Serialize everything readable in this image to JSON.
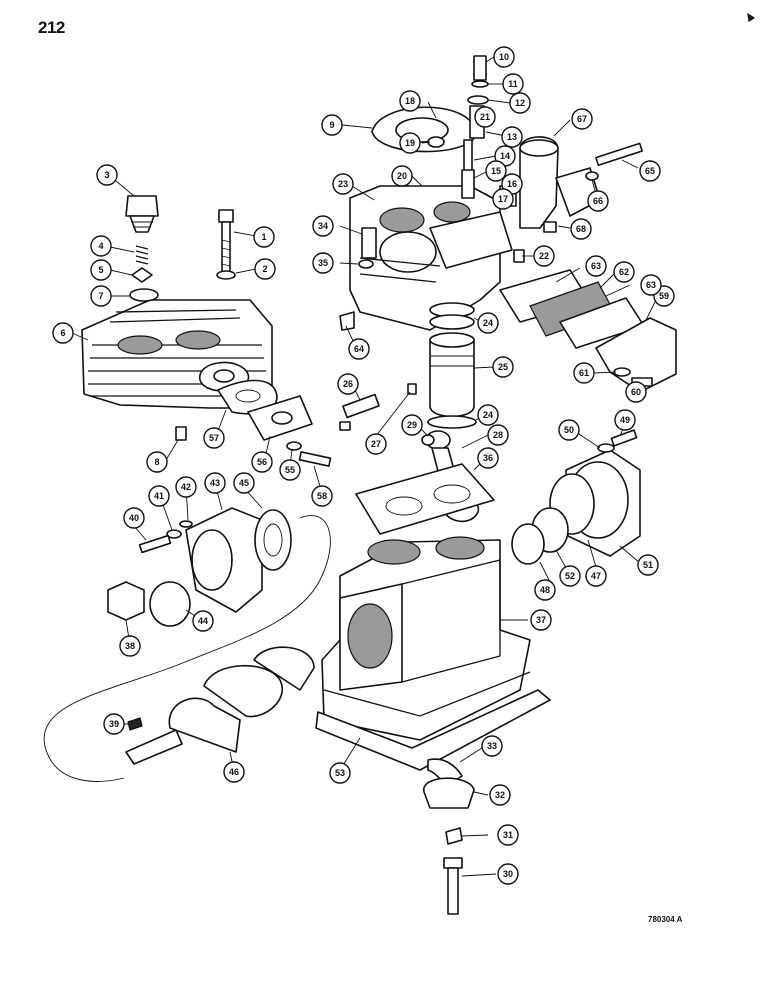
{
  "page": {
    "number": "212",
    "figure_code": "780304 A"
  },
  "callouts": [
    {
      "id": "1",
      "label": "1"
    },
    {
      "id": "2",
      "label": "2"
    },
    {
      "id": "3",
      "label": "3"
    },
    {
      "id": "4",
      "label": "4"
    },
    {
      "id": "5",
      "label": "5"
    },
    {
      "id": "6",
      "label": "6"
    },
    {
      "id": "7",
      "label": "7"
    },
    {
      "id": "8",
      "label": "8"
    },
    {
      "id": "9",
      "label": "9"
    },
    {
      "id": "10",
      "label": "10"
    },
    {
      "id": "11",
      "label": "11"
    },
    {
      "id": "12",
      "label": "12"
    },
    {
      "id": "13",
      "label": "13"
    },
    {
      "id": "14",
      "label": "14"
    },
    {
      "id": "15",
      "label": "15"
    },
    {
      "id": "16",
      "label": "16"
    },
    {
      "id": "17",
      "label": "17"
    },
    {
      "id": "18",
      "label": "18"
    },
    {
      "id": "19",
      "label": "19"
    },
    {
      "id": "20",
      "label": "20"
    },
    {
      "id": "21",
      "label": "21"
    },
    {
      "id": "22",
      "label": "22"
    },
    {
      "id": "23",
      "label": "23"
    },
    {
      "id": "24a",
      "label": "24"
    },
    {
      "id": "24b",
      "label": "24"
    },
    {
      "id": "25",
      "label": "25"
    },
    {
      "id": "26",
      "label": "26"
    },
    {
      "id": "27",
      "label": "27"
    },
    {
      "id": "28",
      "label": "28"
    },
    {
      "id": "29",
      "label": "29"
    },
    {
      "id": "30",
      "label": "30"
    },
    {
      "id": "31",
      "label": "31"
    },
    {
      "id": "32",
      "label": "32"
    },
    {
      "id": "33",
      "label": "33"
    },
    {
      "id": "34",
      "label": "34"
    },
    {
      "id": "35",
      "label": "35"
    },
    {
      "id": "36",
      "label": "36"
    },
    {
      "id": "37",
      "label": "37"
    },
    {
      "id": "38",
      "label": "38"
    },
    {
      "id": "39",
      "label": "39"
    },
    {
      "id": "40",
      "label": "40"
    },
    {
      "id": "41",
      "label": "41"
    },
    {
      "id": "42",
      "label": "42"
    },
    {
      "id": "43",
      "label": "43"
    },
    {
      "id": "44",
      "label": "44"
    },
    {
      "id": "45",
      "label": "45"
    },
    {
      "id": "46",
      "label": "46"
    },
    {
      "id": "47",
      "label": "47"
    },
    {
      "id": "48",
      "label": "48"
    },
    {
      "id": "49",
      "label": "49"
    },
    {
      "id": "50",
      "label": "50"
    },
    {
      "id": "51",
      "label": "51"
    },
    {
      "id": "52",
      "label": "52"
    },
    {
      "id": "53",
      "label": "53"
    },
    {
      "id": "55",
      "label": "55"
    },
    {
      "id": "56",
      "label": "56"
    },
    {
      "id": "57",
      "label": "57"
    },
    {
      "id": "58",
      "label": "58"
    },
    {
      "id": "59",
      "label": "59"
    },
    {
      "id": "60",
      "label": "60"
    },
    {
      "id": "61",
      "label": "61"
    },
    {
      "id": "62",
      "label": "62"
    },
    {
      "id": "63a",
      "label": "63"
    },
    {
      "id": "63b",
      "label": "63"
    },
    {
      "id": "64",
      "label": "64"
    },
    {
      "id": "65",
      "label": "65"
    },
    {
      "id": "66",
      "label": "66"
    },
    {
      "id": "67",
      "label": "67"
    },
    {
      "id": "68",
      "label": "68"
    }
  ]
}
